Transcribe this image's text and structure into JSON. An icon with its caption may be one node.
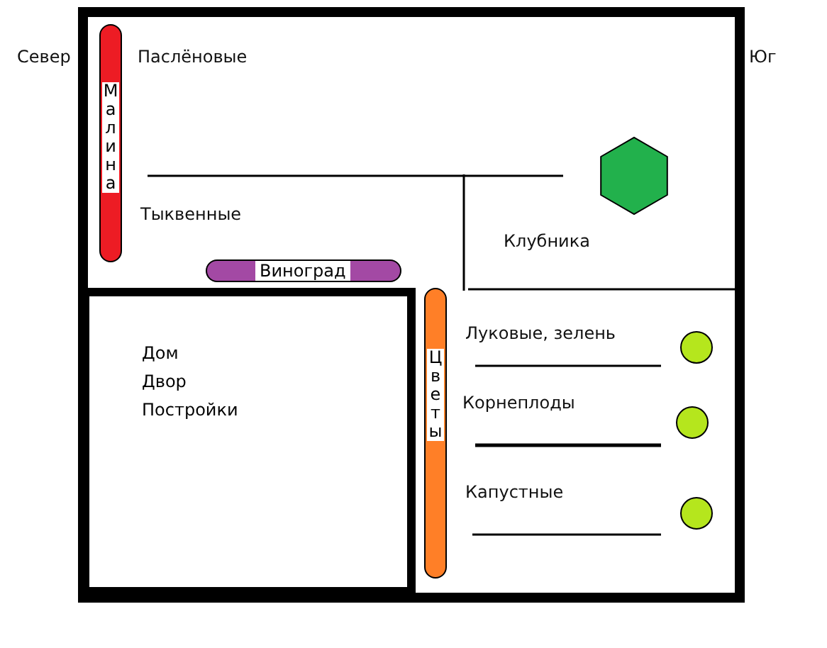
{
  "diagram": {
    "nodes": [
      {
        "text": [],
        "shape": "box"
      },
      {
        "text": [
          "Малина"
        ],
        "in": 0
      },
      {
        "text": [
          "Виноград"
        ],
        "in": 0
      },
      {
        "text": [
          "Дом Двор Постройки"
        ],
        "in": 0
      },
      {
        "text": [
          "Цветы"
        ],
        "in": 0
      }
    ],
    "edges": [],
    "labels": [
      "Север",
      "Паслёновые",
      "Юг",
      "Тыквенные",
      "Клубника",
      "Луковые, зелень",
      "Корнеплоды",
      "Капустные"
    ]
  }
}
